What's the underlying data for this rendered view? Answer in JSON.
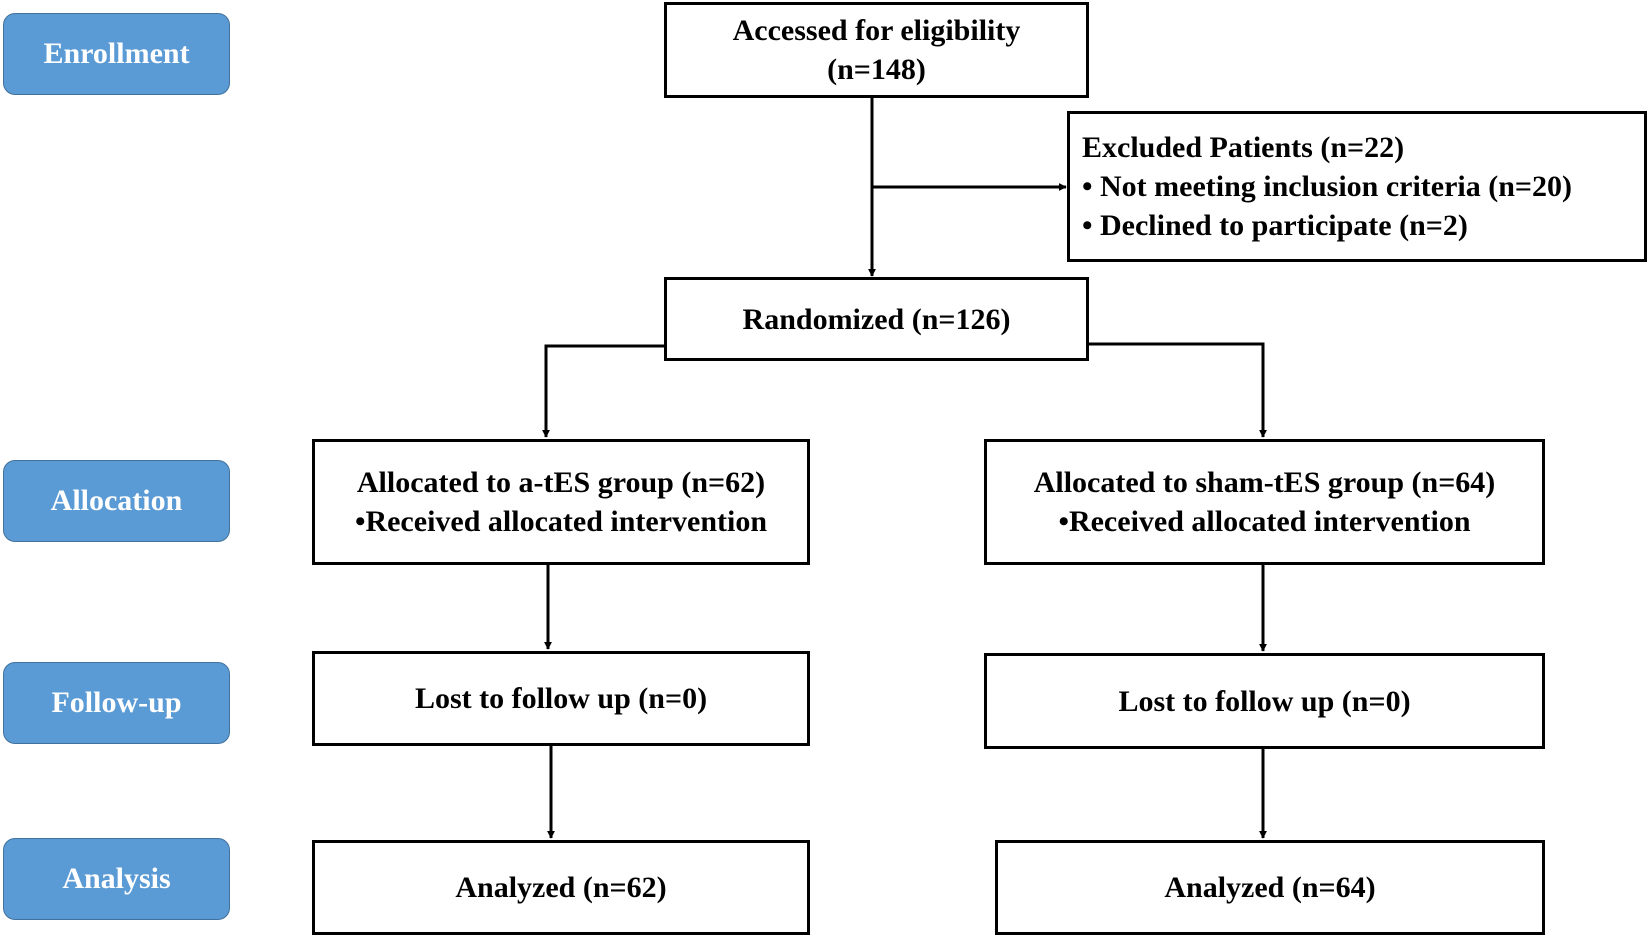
{
  "stages": {
    "enrollment": "Enrollment",
    "allocation": "Allocation",
    "follow_up": "Follow-up",
    "analysis": "Analysis"
  },
  "eligibility": {
    "line1": "Accessed for eligibility",
    "line2": "(n=148)"
  },
  "excluded": {
    "title": "Excluded Patients (n=22)",
    "reason1": "• Not meeting inclusion criteria (n=20)",
    "reason2": "• Declined to participate (n=2)"
  },
  "randomized": "Randomized (n=126)",
  "arms": {
    "left": {
      "allocated": "Allocated to a-tES group (n=62)",
      "received": "•Received allocated intervention",
      "lost": "Lost to follow up (n=0)",
      "analyzed": "Analyzed (n=62)"
    },
    "right": {
      "allocated": "Allocated to sham-tES group (n=64)",
      "received": "•Received allocated intervention",
      "lost": "Lost to follow up (n=0)",
      "analyzed": "Analyzed (n=64)"
    }
  },
  "colors": {
    "stage_fill": "#5b9bd5",
    "stage_border": "#41719c",
    "stage_text": "#ffffff",
    "box_border": "#000000"
  }
}
